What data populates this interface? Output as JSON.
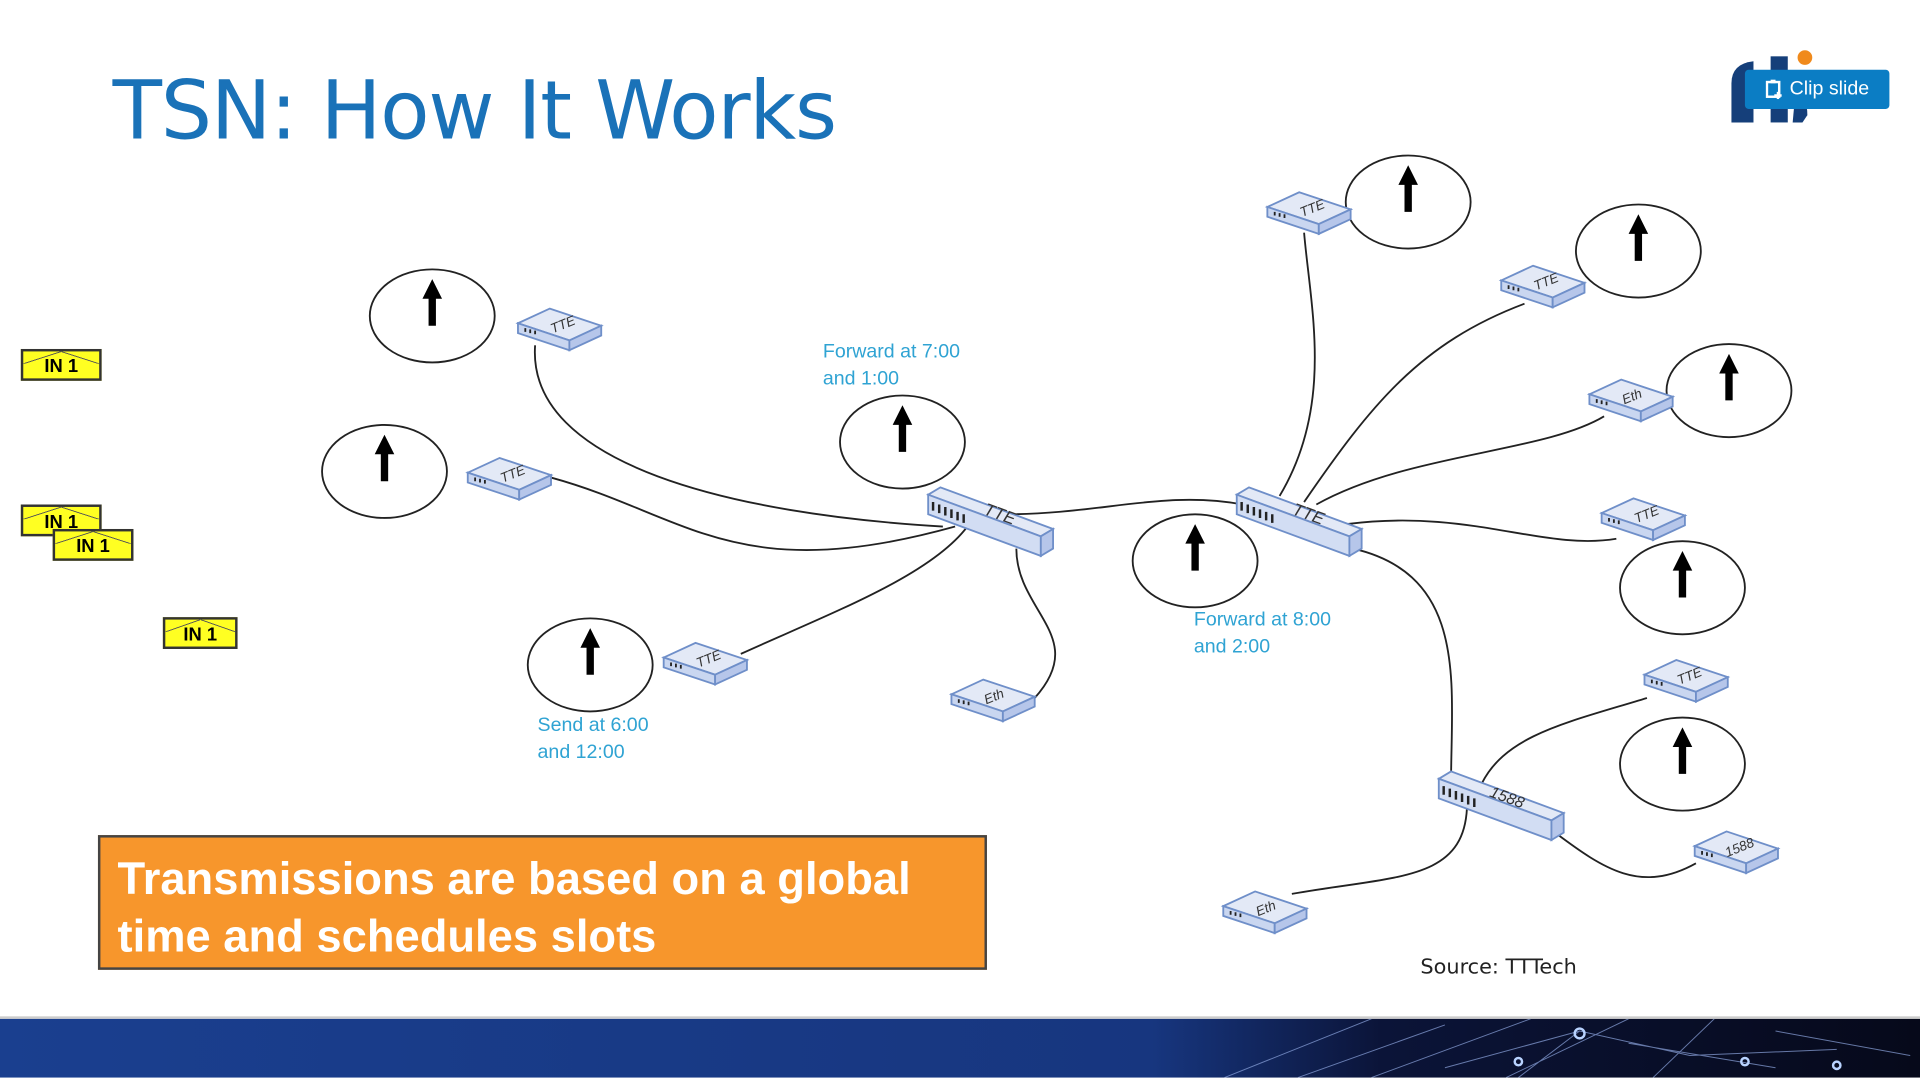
{
  "slide": {
    "title": "TSN: How It Works",
    "clip_button": "Clip slide",
    "callout": "Transmissions are based on a global time and schedules slots",
    "source": "Source: TTTech",
    "envelopes": [
      "IN 1",
      "IN 1",
      "IN 1",
      "IN 1"
    ],
    "notes": {
      "send": [
        "Send at 6:00",
        "and 12:00"
      ],
      "forward1": [
        "Forward at 7:00",
        "and 1:00"
      ],
      "forward2": [
        "Forward at 8:00",
        "and 2:00"
      ]
    },
    "devices": [
      "TTE",
      "TTE",
      "TTE",
      "Eth",
      "TTE",
      "TTE",
      "TTE",
      "TTE",
      "Eth",
      "TTE",
      "TTE",
      "1588",
      "1588",
      "Eth"
    ]
  },
  "colors": {
    "title": "#1a72b8",
    "callout": "#f7962c",
    "envelope": "#ffff22",
    "note": "#2fa3d3",
    "clip": "#0b7dc4"
  }
}
